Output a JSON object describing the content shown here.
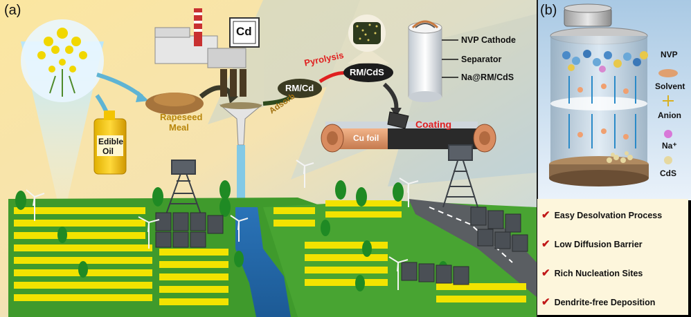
{
  "panels": {
    "a": "(a)",
    "b": "(b)"
  },
  "labels": {
    "cd": "Cd",
    "rapeseed_meal_line1": "Rapeseed",
    "rapeseed_meal_line2": "Meal",
    "edible_oil_line1": "Edible",
    "edible_oil_line2": "Oil",
    "adsorb": "Adsorb",
    "rm_cd": "RM/Cd",
    "pyrolysis": "Pyrolysis",
    "rm_cds": "RM/CdS",
    "coating": "Coating",
    "cu_foil": "Cu foil",
    "nvp_cathode": "NVP Cathode",
    "separator": "Separator",
    "na_rm_cds": "Na@RM/CdS"
  },
  "legend_b": {
    "nvp": "NVP",
    "solvent": "Solvent",
    "anion": "Anion",
    "na": "Na⁺",
    "cds": "CdS"
  },
  "benefits": [
    "Easy Desolvation Process",
    "Low Diffusion Barrier",
    "Rich Nucleation Sites",
    "Dendrite-free Deposition"
  ],
  "colors": {
    "pyrolysis": "#e02020",
    "coating": "#e02020",
    "rapeseed_text": "#b8860b",
    "adsorb_text": "#a07010",
    "check": "#c01818"
  }
}
